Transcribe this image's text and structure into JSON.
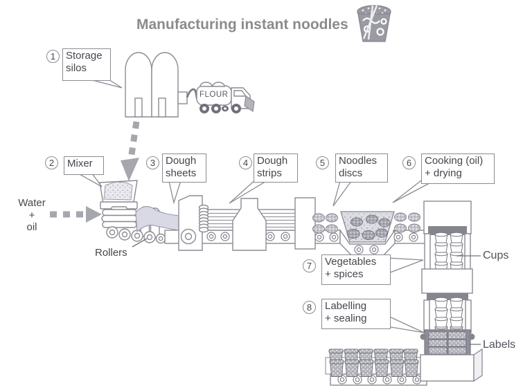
{
  "title": "Manufacturing instant noodles",
  "steps": [
    {
      "num": "1",
      "label": "Storage\nsilos"
    },
    {
      "num": "2",
      "label": "Mixer"
    },
    {
      "num": "3",
      "label": "Dough\nsheets"
    },
    {
      "num": "4",
      "label": "Dough\nstrips"
    },
    {
      "num": "5",
      "label": "Noodles\ndiscs"
    },
    {
      "num": "6",
      "label": "Cooking (oil)\n+ drying"
    },
    {
      "num": "7",
      "label": "Vegetables\n+ spices"
    },
    {
      "num": "8",
      "label": "Labelling\n+ sealing"
    }
  ],
  "annotations": {
    "water": "Water",
    "plus": "+",
    "oil": "oil",
    "rollers": "Rollers",
    "flour": "FLOUR",
    "cups": "Cups",
    "labels": "Labels"
  },
  "icons": {
    "noodle_cup": "noodle-cup-icon"
  },
  "colors": {
    "outline": "#8a8a92",
    "text": "#46464c",
    "title": "#8b8b8b",
    "dough_sheet": "#d9d9e6",
    "machine_dark": "#85858d"
  }
}
